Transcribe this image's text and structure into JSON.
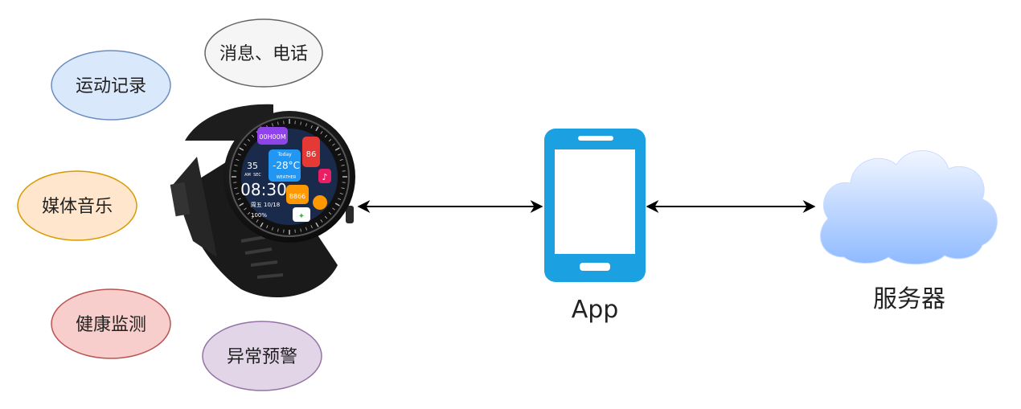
{
  "features": [
    {
      "key": "motion",
      "label": "运动记录",
      "fill": "#dae8fc",
      "stroke": "#6c8ebf"
    },
    {
      "key": "message",
      "label": "消息、电话",
      "fill": "#f5f5f5",
      "stroke": "#666666"
    },
    {
      "key": "media",
      "label": "媒体音乐",
      "fill": "#ffe6cc",
      "stroke": "#d79b00"
    },
    {
      "key": "health",
      "label": "健康监测",
      "fill": "#f8cecc",
      "stroke": "#b85450"
    },
    {
      "key": "alert",
      "label": "异常预警",
      "fill": "#e1d5e7",
      "stroke": "#9673a6"
    }
  ],
  "app": {
    "label": "App",
    "color": "#1ba1e2"
  },
  "server": {
    "label": "服务器",
    "cloud_top": "#f1f6ff",
    "cloud_bottom": "#8fbaff"
  },
  "watch_screen": {
    "badge": "00H00M",
    "today": "Today",
    "seconds": "35",
    "am": "AM",
    "sec": "SEC",
    "time": "08:30",
    "date": "周五 10/18",
    "battery": "100%",
    "temp": "-28°C",
    "weather": "WEATHER",
    "heart": "86",
    "steps": "8866"
  }
}
